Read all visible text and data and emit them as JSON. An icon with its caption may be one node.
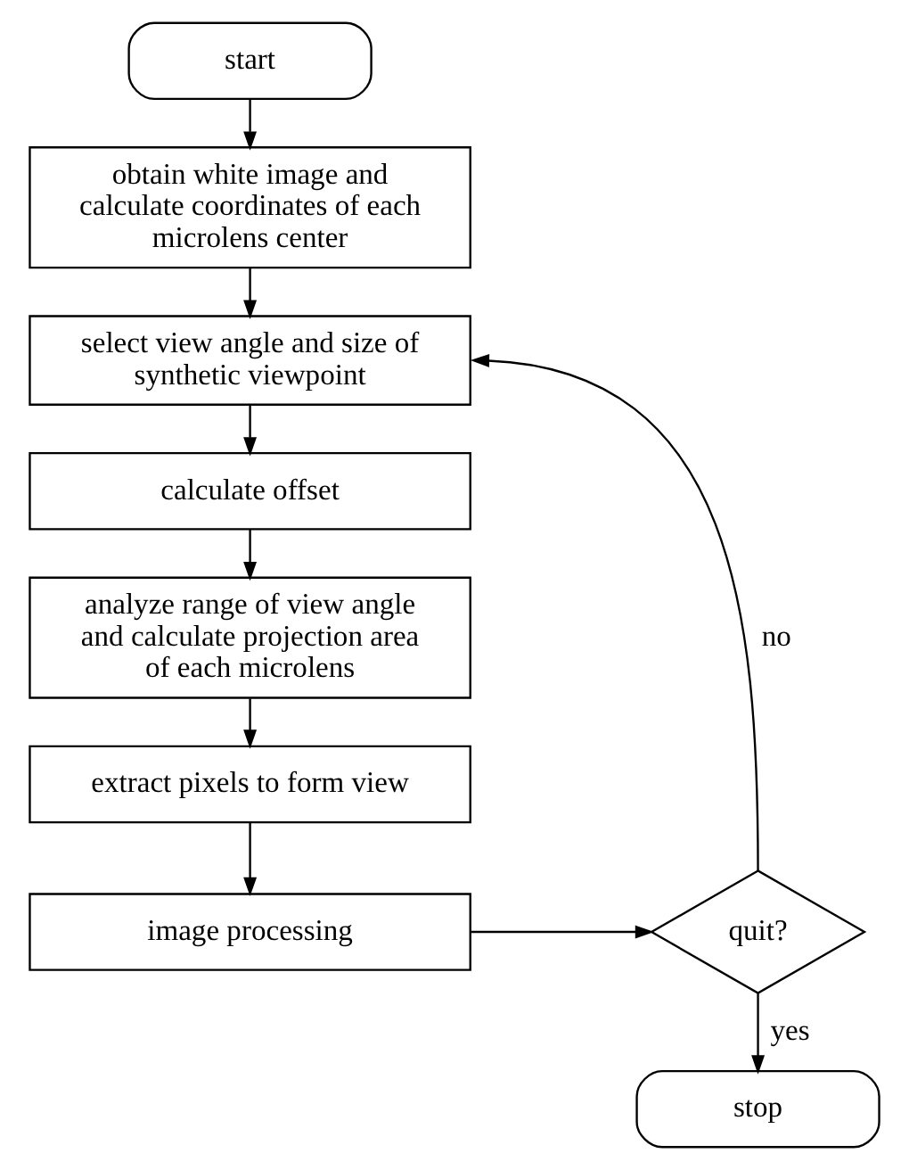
{
  "diagram": {
    "nodes": [
      {
        "text": [
          "start"
        ]
      },
      {
        "text": [
          "obtain white image and calculate coordinates of each microlens center"
        ]
      },
      {
        "text": [
          "select view angle and size of synthetic viewpoint"
        ]
      },
      {
        "text": [
          "calculate offset"
        ]
      },
      {
        "text": [
          "analyze range of view angle and calculate projection area of each microlens"
        ]
      },
      {
        "text": [
          "extract pixels to form view"
        ]
      },
      {
        "text": [
          "image processing"
        ]
      },
      {
        "text": [
          "quit?"
        ]
      },
      {
        "text": [
          "stop"
        ]
      }
    ],
    "edges": [
      {
        "from": 0,
        "to": 1,
        "arrow": "to"
      },
      {
        "from": 1,
        "to": 2,
        "arrow": "to"
      },
      {
        "from": 2,
        "to": 3,
        "arrow": "to"
      },
      {
        "from": 3,
        "to": 4,
        "arrow": "to"
      },
      {
        "from": 4,
        "to": 5,
        "arrow": "to"
      },
      {
        "from": 5,
        "to": 6,
        "arrow": "to"
      },
      {
        "from": 6,
        "to": 7,
        "arrow": "to"
      },
      {
        "from": 7,
        "to": 2,
        "label": "no",
        "arrow": "to"
      },
      {
        "from": 7,
        "to": 8,
        "label": "yes",
        "arrow": "to"
      }
    ]
  }
}
